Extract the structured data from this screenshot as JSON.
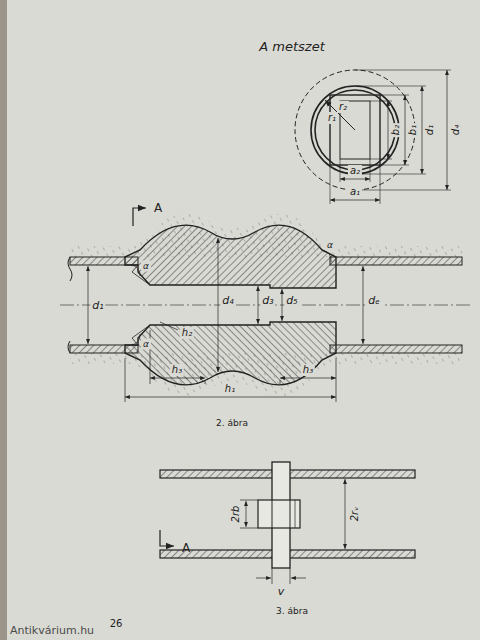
{
  "diagram": {
    "labels": [
      "A metszet",
      "r₁",
      "r₂",
      "a₂",
      "a₁",
      "b₂",
      "b₁",
      "d₁",
      "d₄",
      "A",
      "α",
      "α",
      "α",
      "d₁",
      "d₄",
      "d₃",
      "d₅",
      "dₑ",
      "h₂",
      "h₃",
      "h₁",
      "h₃",
      "2. ábra",
      "A",
      "2rb",
      "2rᵥ",
      "v",
      "3. ábra",
      "26",
      "Antikvárium.hu"
    ]
  }
}
